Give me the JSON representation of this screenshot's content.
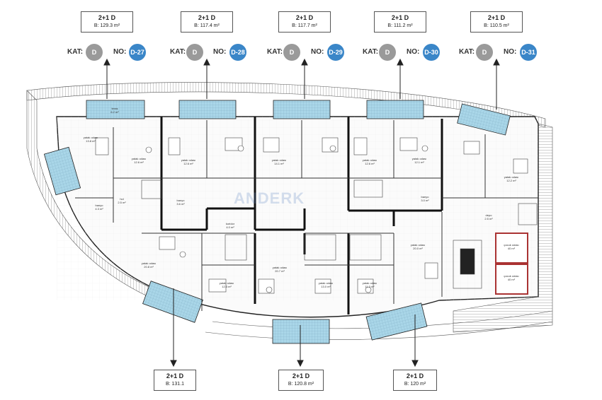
{
  "labels": {
    "kat": "KAT:",
    "no": "NO:"
  },
  "watermark": "ANDERK",
  "top_units": [
    {
      "type": "2+1 D",
      "area": "B: 129.3 m²",
      "kat": "D",
      "no": "D-27"
    },
    {
      "type": "2+1 D",
      "area": "B: 117.4 m²",
      "kat": "D",
      "no": "D-28"
    },
    {
      "type": "2+1 D",
      "area": "B: 117.7 m²",
      "kat": "D",
      "no": "D-29"
    },
    {
      "type": "2+1 D",
      "area": "B: 111.2 m²",
      "kat": "D",
      "no": "D-30"
    },
    {
      "type": "2+1 D",
      "area": "B: 110.5 m²",
      "kat": "D",
      "no": "D-31"
    }
  ],
  "bottom_units": [
    {
      "type": "2+1 D",
      "area": "B: 131.1"
    },
    {
      "type": "2+1 D",
      "area": "B: 120.8 m²"
    },
    {
      "type": "2+1 D",
      "area": "B: 120 m²"
    }
  ],
  "colors": {
    "kat_circle": "#9a9a9a",
    "no_circle": "#3a86c8",
    "terrace": "#a9d6e8",
    "wall": "#111111"
  },
  "rooms": [
    {
      "name": "yatak odası",
      "area": "13.8 m²"
    },
    {
      "name": "yatak odası",
      "area": "12.6 m²"
    },
    {
      "name": "yatak odası",
      "area": "12.6 m²"
    },
    {
      "name": "yatak odası",
      "area": "14.1 m²"
    },
    {
      "name": "yatak odası",
      "area": "12.6 m²"
    },
    {
      "name": "yatak odası",
      "area": "12.1 m²"
    },
    {
      "name": "yatak odası",
      "area": "12.2 m²"
    },
    {
      "name": "yatak odası",
      "area": "20.8 m²"
    },
    {
      "name": "yatak odası",
      "area": "12.3 m²"
    },
    {
      "name": "yatak odası",
      "area": "20.7 m²"
    },
    {
      "name": "yatak odası",
      "area": "13.0 m²"
    },
    {
      "name": "yatak odası",
      "area": "11.3 m²"
    },
    {
      "name": "yatak odası",
      "area": "20.0 m²"
    },
    {
      "name": "teras",
      "area": "6.2 m²"
    },
    {
      "name": "banyo",
      "area": "4.3 m²"
    },
    {
      "name": "hol",
      "area": "2.5 m²"
    },
    {
      "name": "banyo",
      "area": "3.6 m²"
    },
    {
      "name": "banyo",
      "area": "3.0 m²"
    },
    {
      "name": "koridor",
      "area": "4.0 m²"
    },
    {
      "name": "depo",
      "area": "2.5 m²"
    },
    {
      "name": "çocuk odası",
      "area": "40 m²"
    },
    {
      "name": "çocuk odası",
      "area": "40 m²"
    }
  ]
}
